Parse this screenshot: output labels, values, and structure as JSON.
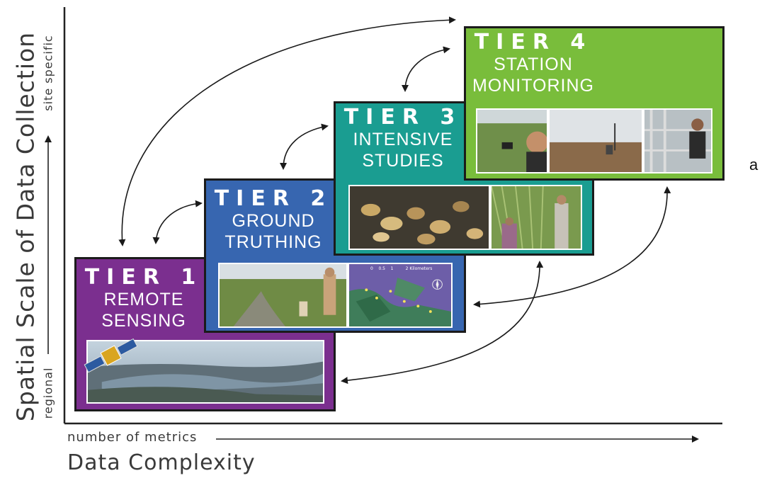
{
  "figure": {
    "panel_letter": "a",
    "y_axis": {
      "title": "Spatial Scale of Data Collection",
      "low_label": "regional",
      "high_label": "site specific"
    },
    "x_axis": {
      "title": "Data Complexity",
      "sub_label": "number of metrics"
    }
  },
  "tiers": [
    {
      "number": "TIER 1",
      "name_line1": "REMOTE",
      "name_line2": "SENSING",
      "color": "#7b2f8f"
    },
    {
      "number": "TIER 2",
      "name_line1": "GROUND",
      "name_line2": "TRUTHING",
      "color": "#3766b0"
    },
    {
      "number": "TIER 3",
      "name_line1": "INTENSIVE",
      "name_line2": "STUDIES",
      "color": "#1a9d91"
    },
    {
      "number": "TIER 4",
      "name_line1": "STATION",
      "name_line2": "MONITORING",
      "color": "#79bd3b"
    }
  ],
  "map_inset": {
    "scale_text": "0    0.5    1         2 Kilometers"
  },
  "colors": {
    "arrow": "#1a1a1a",
    "axis": "#222222",
    "border": "#1b1b1b"
  }
}
